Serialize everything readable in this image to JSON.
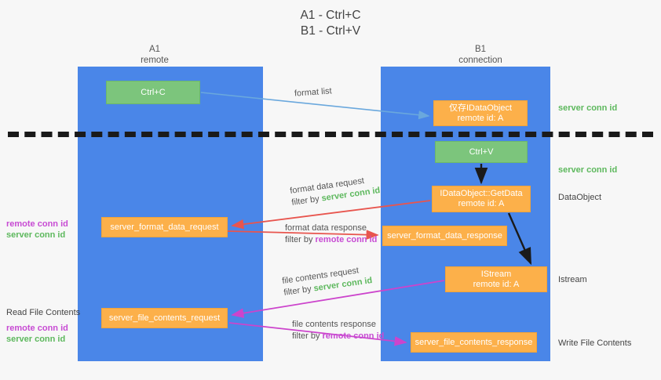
{
  "title": {
    "line1": "A1 - Ctrl+C",
    "line2": "B1 - Ctrl+V"
  },
  "columns": {
    "a": {
      "name": "A1",
      "role": "remote"
    },
    "b": {
      "name": "B1",
      "role": "connection"
    }
  },
  "nodes": {
    "ctrl_c": {
      "label": "Ctrl+C",
      "color": "#7cc57c"
    },
    "idataobject_store": {
      "line1": "仅存IDataObject",
      "line2": "remote id: A",
      "color": "#fcb04a"
    },
    "ctrl_v": {
      "label": "Ctrl+V",
      "color": "#7cc57c"
    },
    "getdata": {
      "line1": "IDataObject::GetData",
      "line2": "remote id: A",
      "color": "#fcb04a"
    },
    "server_format_data_request": {
      "label": "server_format_data_request",
      "color": "#fcb04a"
    },
    "server_format_data_response": {
      "label": "server_format_data_response",
      "color": "#fcb04a"
    },
    "istream": {
      "line1": "IStream",
      "line2": "remote id: A",
      "color": "#fcb04a"
    },
    "server_file_contents_request": {
      "label": "server_file_contents_request",
      "color": "#fcb04a"
    },
    "server_file_contents_response": {
      "label": "server_file_contents_response",
      "color": "#fcb04a"
    }
  },
  "edges": {
    "format_list": {
      "label": "format list",
      "color": "#6aa8dd"
    },
    "format_data_request": {
      "label": "format data request",
      "filter_prefix": "filter by ",
      "filter_key": "server conn id",
      "color": "#e8554e"
    },
    "format_data_response": {
      "label": "format data response",
      "filter_prefix": "filter by ",
      "filter_key": "remote conn id",
      "color": "#e8554e"
    },
    "file_contents_request": {
      "label": "file contents request",
      "filter_prefix": "filter by ",
      "filter_key": "server conn id",
      "color": "#cc44cc"
    },
    "file_contents_response": {
      "label": "file contents response",
      "filter_prefix": "filter by ",
      "filter_key": "remote conn id",
      "color": "#cc44cc"
    }
  },
  "side_labels": {
    "server_conn_id_top": "server conn id",
    "server_conn_id_mid": "server conn id",
    "dataobject": "DataObject",
    "istream": "Istream",
    "write_file_contents": "Write File Contents",
    "read_file_contents": "Read File Contents",
    "remote_conn_id": "remote conn id",
    "server_conn_id": "server conn id"
  },
  "colors": {
    "lane": "#4a86e8",
    "green": "#5db85d",
    "magenta": "#c74bd3",
    "node_green": "#7cc57c",
    "node_orange": "#fcb04a",
    "divider": "#1a1a1a",
    "background": "#f7f7f7"
  }
}
